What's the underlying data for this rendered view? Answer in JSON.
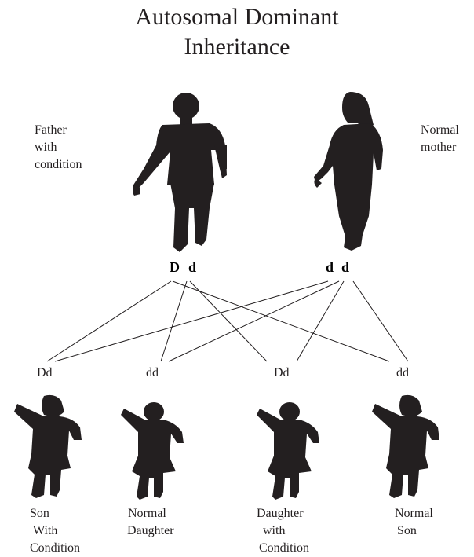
{
  "title": {
    "line1": "Autosomal Dominant",
    "line2": "Inheritance"
  },
  "parents": {
    "father": {
      "label": [
        "Father",
        "with",
        "condition"
      ],
      "genotype": [
        "D",
        "d"
      ]
    },
    "mother": {
      "label": [
        "Normal",
        "mother"
      ],
      "genotype": [
        "d",
        "d"
      ]
    }
  },
  "offspring": [
    {
      "genotype": "Dd",
      "label": [
        "Son",
        "With",
        "Condition"
      ]
    },
    {
      "genotype": "dd",
      "label": [
        "Normal",
        "Daughter"
      ]
    },
    {
      "genotype": "Dd",
      "label": [
        "Daughter",
        "with",
        "Condition"
      ]
    },
    {
      "genotype": "dd",
      "label": [
        "Normal",
        "Son"
      ]
    }
  ],
  "colors": {
    "silhouette": "#231f20",
    "text": "#231f20",
    "lines": "#231f20"
  }
}
